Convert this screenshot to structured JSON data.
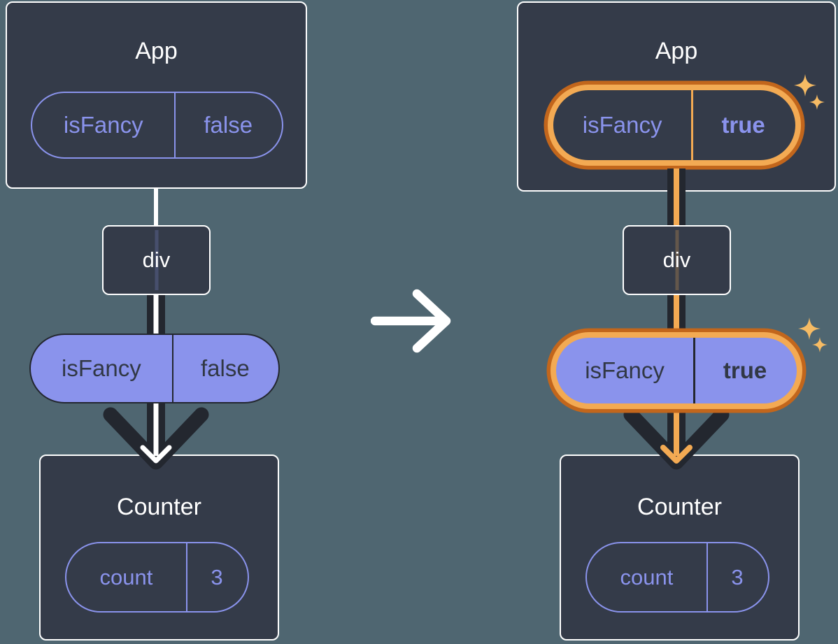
{
  "colors": {
    "background": "#4F6671",
    "card": "#343B49",
    "ink": "#23272F",
    "purple": "#8A93EC",
    "purple_text_dark": "#313845",
    "white": "#FFFFFF",
    "orange_dark": "#C2661C",
    "orange_light": "#F3AA53",
    "sparkle": "#F6BB64"
  },
  "diagrams": {
    "before": {
      "app": {
        "title": "App",
        "state": {
          "key": "isFancy",
          "value": "false"
        }
      },
      "tag": {
        "label": "div"
      },
      "prop": {
        "key": "isFancy",
        "value": "false"
      },
      "counter": {
        "title": "Counter",
        "state": {
          "key": "count",
          "value": "3"
        }
      }
    },
    "after": {
      "app": {
        "title": "App",
        "state": {
          "key": "isFancy",
          "value": "true"
        }
      },
      "tag": {
        "label": "div"
      },
      "prop": {
        "key": "isFancy",
        "value": "true"
      },
      "counter": {
        "title": "Counter",
        "state": {
          "key": "count",
          "value": "3"
        }
      }
    }
  }
}
